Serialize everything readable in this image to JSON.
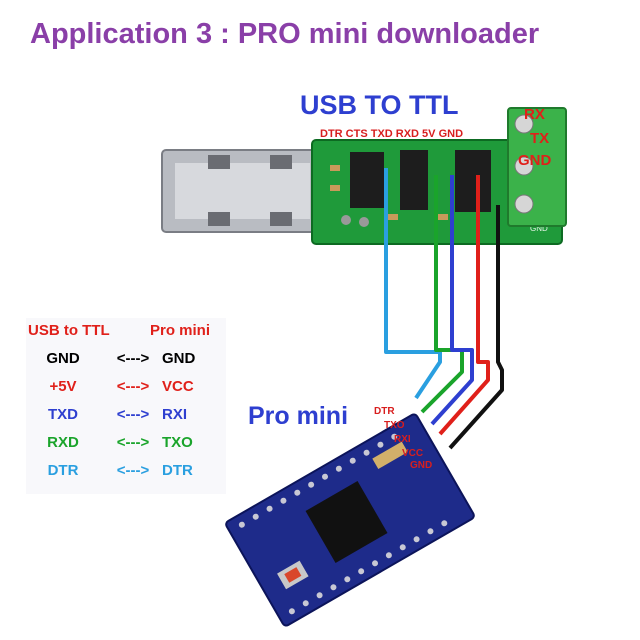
{
  "title": "Application 3 : PRO mini downloader",
  "usb_label": "USB TO TTL",
  "pro_mini_label": "Pro mini",
  "usb_pins": "DTR CTS TXD RXD 5V GND",
  "terminal_labels": [
    "RX",
    "TX",
    "GND"
  ],
  "pcb_silk_gnd": "GND",
  "pro_mini_pins": [
    "DTR",
    "TXO",
    "RXI",
    "VCC",
    "GND"
  ],
  "table": {
    "header_left": "USB to TTL",
    "header_right": "Pro mini",
    "rows": [
      {
        "left": "GND",
        "arrow": "<--->",
        "right": "GND",
        "color": "#000000"
      },
      {
        "left": "+5V",
        "arrow": "<--->",
        "right": "VCC",
        "color": "#e0201a"
      },
      {
        "left": "TXD",
        "arrow": "<--->",
        "right": "RXI",
        "color": "#2e3fd0"
      },
      {
        "left": "RXD",
        "arrow": "<--->",
        "right": "TXO",
        "color": "#1aa42b"
      },
      {
        "left": "DTR",
        "arrow": "<--->",
        "right": "DTR",
        "color": "#2a9fe0"
      }
    ]
  },
  "wire_colors": {
    "dtr": "#2a9fe0",
    "rxd": "#1aa42b",
    "txd": "#2e3fd0",
    "vcc": "#e0201a",
    "gnd": "#000000"
  }
}
